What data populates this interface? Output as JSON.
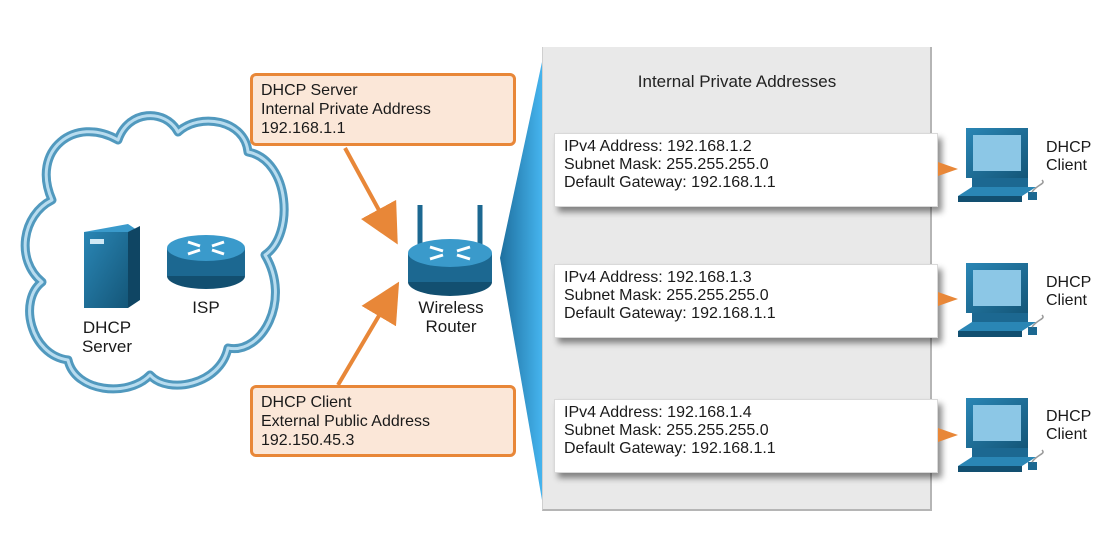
{
  "cloud": {
    "dhcp_server_label": [
      "DHCP",
      "Server"
    ],
    "isp_label": "ISP"
  },
  "router": {
    "label": [
      "Wireless",
      "Router"
    ]
  },
  "callouts": {
    "server": [
      "DHCP Server",
      "Internal Private Address",
      "192.168.1.1"
    ],
    "client": [
      "DHCP Client",
      "External Public Address",
      "192.150.45.3"
    ]
  },
  "panel": {
    "title": "Internal Private Addresses",
    "entries": [
      [
        "IPv4 Address: 192.168.1.2",
        "Subnet Mask: 255.255.255.0",
        "Default Gateway: 192.168.1.1"
      ],
      [
        "IPv4 Address: 192.168.1.3",
        "Subnet Mask: 255.255.255.0",
        "Default Gateway: 192.168.1.1"
      ],
      [
        "IPv4 Address: 192.168.1.4",
        "Subnet Mask: 255.255.255.0",
        "Default Gateway: 192.168.1.1"
      ]
    ]
  },
  "clients": [
    [
      "DHCP",
      "Client"
    ],
    [
      "DHCP",
      "Client"
    ],
    [
      "DHCP",
      "Client"
    ]
  ],
  "colors": {
    "orange": "#e88738",
    "callout_fill": "#fbe7d8",
    "device_blue": "#1f6f99",
    "cloud_blue": "#3f8fb8",
    "beam_blue": "#2f9fd8"
  }
}
